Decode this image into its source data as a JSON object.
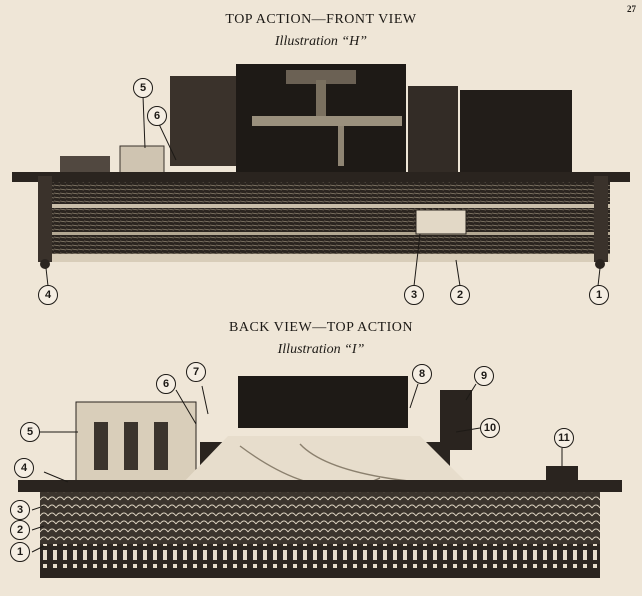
{
  "page_number": "27",
  "illustration_h": {
    "heading": "TOP ACTION—FRONT VIEW",
    "subheading": "Illustration “H”",
    "callouts": [
      "5",
      "6",
      "4",
      "3",
      "2",
      "1"
    ]
  },
  "illustration_i": {
    "heading": "BACK VIEW—TOP ACTION",
    "subheading": "Illustration “I”",
    "callouts": [
      "6",
      "7",
      "8",
      "9",
      "5",
      "10",
      "4",
      "11",
      "3",
      "2",
      "1"
    ]
  }
}
